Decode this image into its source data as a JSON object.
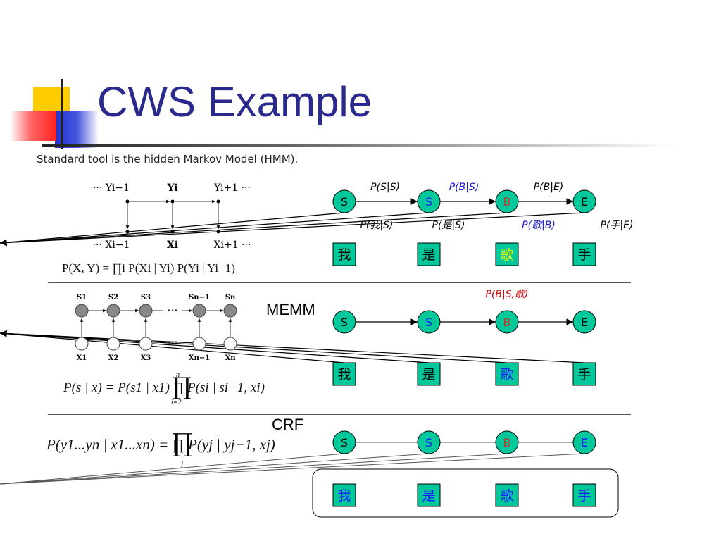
{
  "slide": {
    "title": "CWS Example",
    "subtitle": "Standard tool is the hidden Markov Model (HMM).",
    "colors": {
      "title": "#2a2a8e",
      "node_fill": "#00c89a",
      "state_S": "#1a1aff",
      "state_B": "#c0392b",
      "red_label": "#cc0000",
      "blue_label": "#1a1acc",
      "highlight_char": "#ffff00"
    }
  },
  "hmm": {
    "formula": "P(X, Y) = ∏i P(Xi | Yi) P(Yi | Yi−1)",
    "graph_top": [
      "··· Yi−1",
      "Yi",
      "Yi+1 ···"
    ],
    "graph_bottom": [
      "··· Xi−1",
      "Xi",
      "Xi+1 ···"
    ],
    "states": [
      "S",
      "S",
      "B",
      "E"
    ],
    "chars": [
      "我",
      "是",
      "歌",
      "手"
    ],
    "transition_labels": [
      "P(S|S)",
      "P(B|S)",
      "P(B|E)"
    ],
    "emission_labels": [
      "P(我|S)",
      "P(是|S)",
      "P(歌|B)",
      "P(手|E)"
    ]
  },
  "memm": {
    "label": "MEMM",
    "annotation": "P(B|S,歌)",
    "formula": "P(s | x) = P(s1 | x1) ∏ P(si | si−1, xi)",
    "prod_upper": "n",
    "prod_lower": "i=2",
    "graph_states": [
      "S1",
      "S2",
      "S3",
      "···",
      "Sn−1",
      "Sn"
    ],
    "graph_obs": [
      "X1",
      "X2",
      "X3",
      "···",
      "Xn−1",
      "Xn"
    ],
    "states": [
      "S",
      "S",
      "B",
      "E"
    ],
    "chars": [
      "我",
      "是",
      "歌",
      "手"
    ]
  },
  "crf": {
    "label": "CRF",
    "formula": "P(y1...yn | x1...xn) = ∏ P(yj | yj−1, xj)",
    "prod_lower": "j",
    "states": [
      "S",
      "S",
      "B",
      "E"
    ],
    "chars": [
      "我",
      "是",
      "歌",
      "手"
    ]
  }
}
